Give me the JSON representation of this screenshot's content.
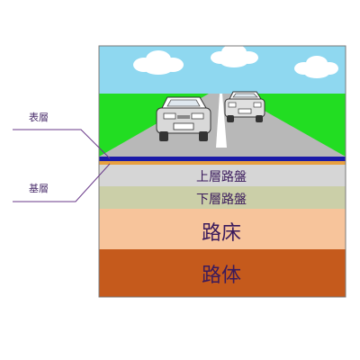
{
  "annotations": {
    "surface_label": "表層",
    "base_course_label": "基層"
  },
  "layers": {
    "upper_subbase": "上層路盤",
    "lower_subbase": "下層路盤",
    "subgrade": "路床",
    "roadbed": "路体"
  },
  "colors": {
    "sky": "#8fd8f0",
    "grass": "#22dd22",
    "road": "#b8b8b8",
    "surface_layer": "#1a1aa8",
    "base_layer": "#e8a040",
    "upper_subbase": "#d6d6d6",
    "lower_subbase": "#cbcfa8",
    "subgrade": "#f7c49b",
    "roadbed": "#c55a1c",
    "label_text": "#3a1a5c",
    "leader_line": "#6a3a8a"
  }
}
